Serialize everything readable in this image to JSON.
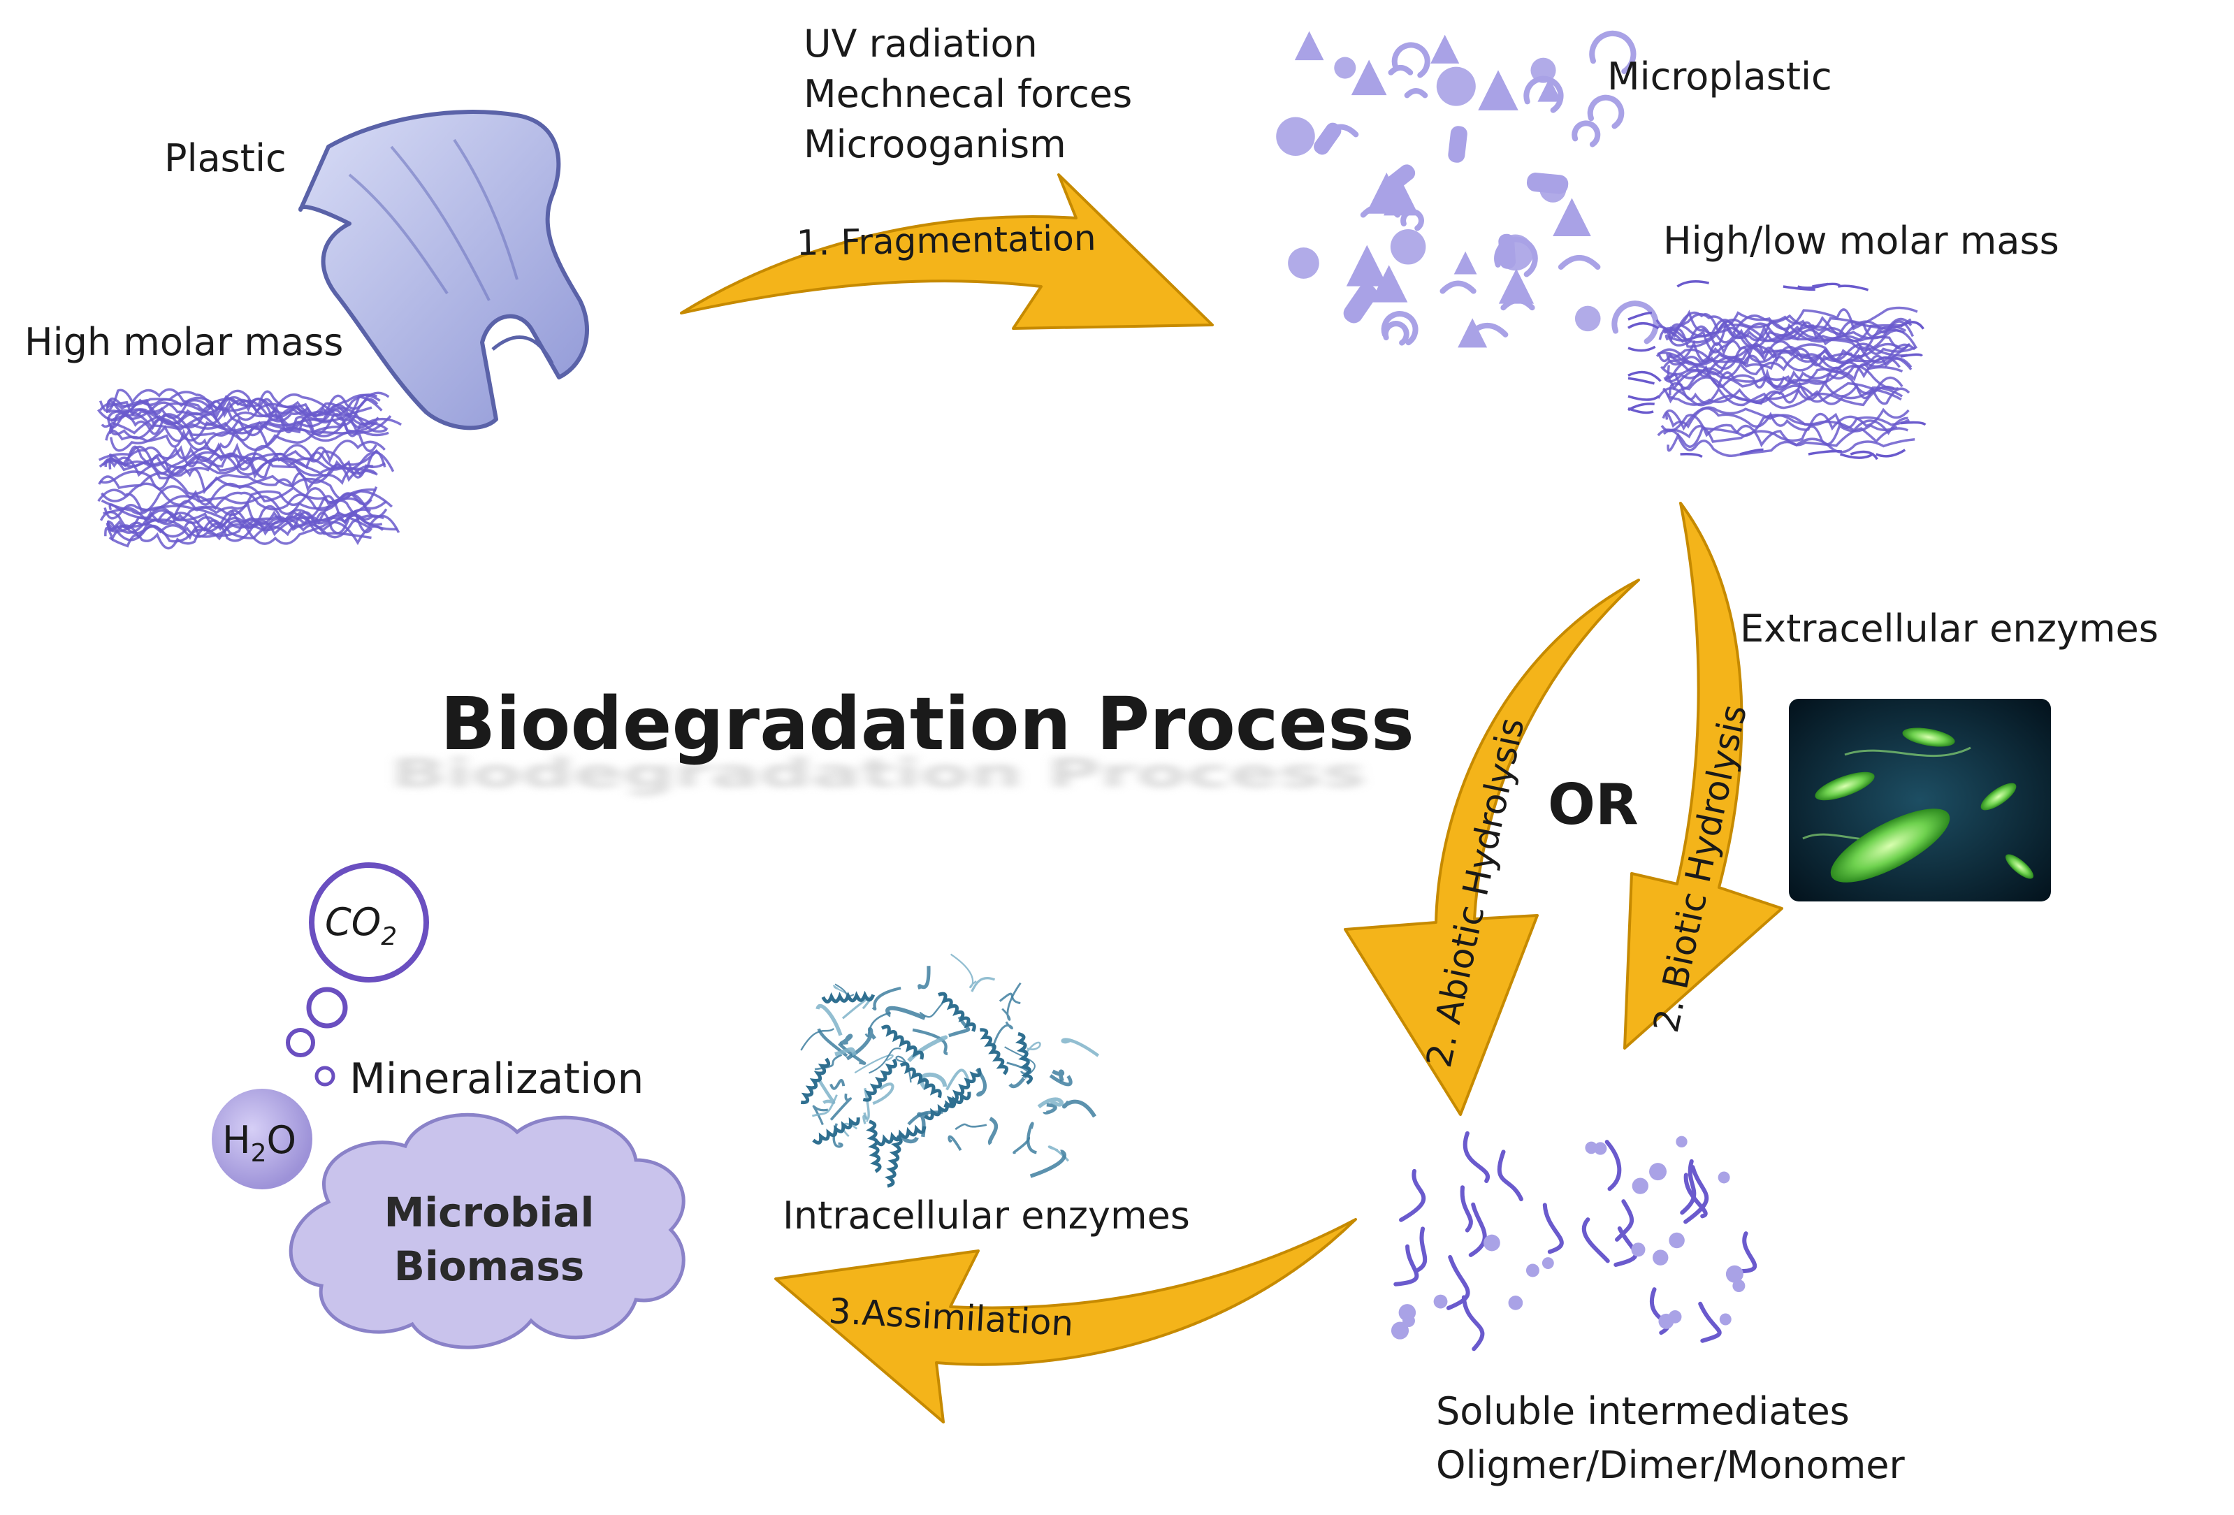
{
  "title": "Biodegradation Process",
  "labels": {
    "plastic": "Plastic",
    "high_molar_mass": "High molar mass",
    "fragmentation_causes": [
      "UV radiation",
      "Mechnecal forces",
      "Microoganism"
    ],
    "microplastic": "Microplastic",
    "high_low_molar_mass": "High/low molar mass",
    "extracellular_enzymes": "Extracellular enzymes",
    "or": "OR",
    "intracellular_enzymes": "Intracellular enzymes",
    "soluble_intermediates": "Soluble intermediates",
    "oligomer": "Oligmer/Dimer/Monomer",
    "mineralization": "Mineralization",
    "co2": "CO",
    "co2_sub": "2",
    "h2o_h": "H",
    "h2o_sub": "2",
    "h2o_o": "O",
    "biomass_line1": "Microbial",
    "biomass_line2": "Biomass"
  },
  "arrows": {
    "fragmentation": "1. Fragmentation",
    "abiotic": "2. Abiotic Hydrolysis",
    "biotic": "2. Biotic Hydrolysis",
    "assimilation": "3.Assimilation"
  },
  "colors": {
    "arrow_fill": "#f4b41a",
    "arrow_stroke": "#c68a00",
    "polymer": "#6a5acd",
    "polymer_light": "#a9a2e6",
    "bag": "#b9bfe8",
    "cloud": "#c9c3ec",
    "bacteria_bg": "#0c2a3a",
    "bacteria": "#7ee06a",
    "protein": "#3f7fa0"
  }
}
